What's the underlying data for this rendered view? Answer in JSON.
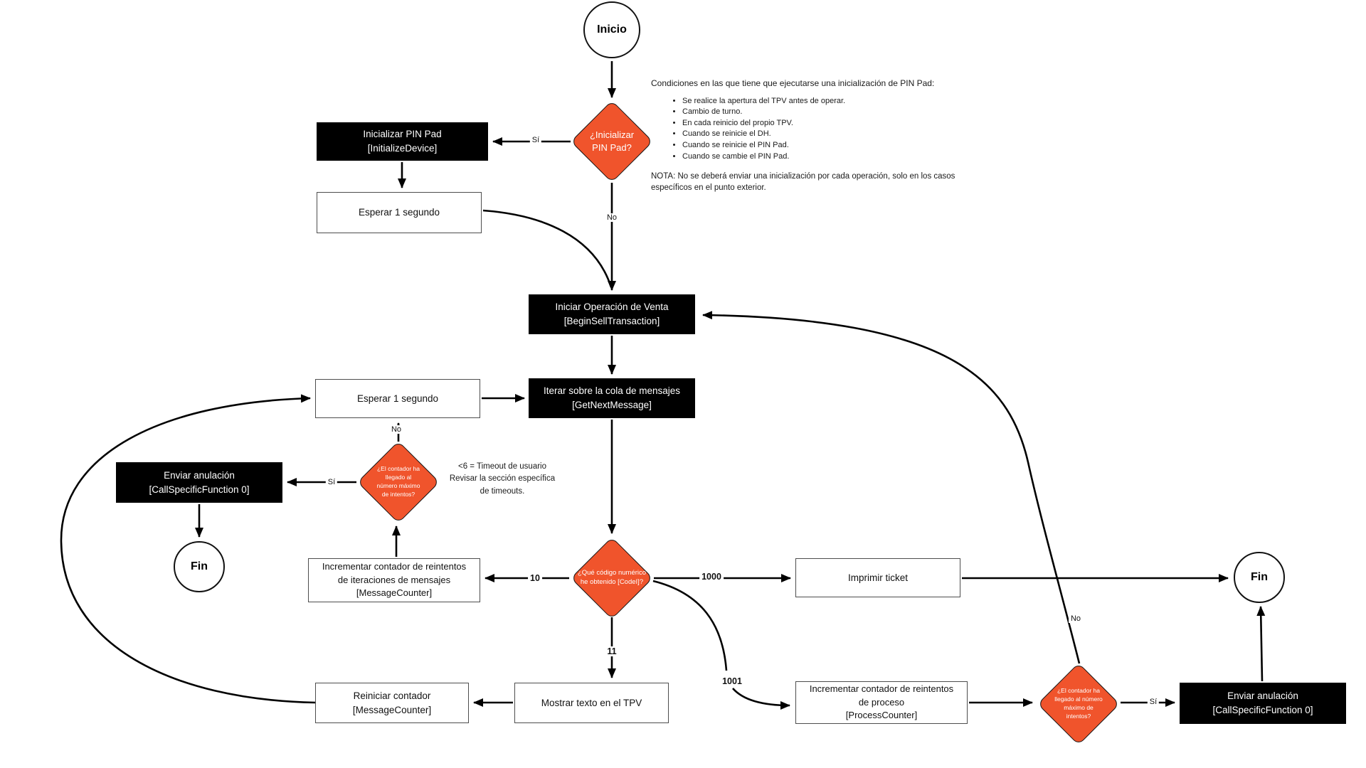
{
  "diagram": {
    "colors": {
      "diamond_fill": "#F0542C",
      "black_box": "#000000",
      "line": "#000000",
      "white_box_border": "#4d4d4d"
    },
    "nodes": {
      "inicio": {
        "label": "Inicio"
      },
      "decision_inicializar": {
        "line1": "¿Inicializar",
        "line2": "PIN Pad?"
      },
      "inicializar_pinpad": {
        "line1": "Inicializar PIN Pad",
        "line2": "[InitializeDevice]"
      },
      "esperar_1": {
        "label": "Esperar 1 segundo"
      },
      "iniciar_operacion": {
        "line1": "Iniciar Operación de Venta",
        "line2": "[BeginSellTransaction]"
      },
      "iterar_cola": {
        "line1": "Iterar sobre la cola de mensajes",
        "line2": "[GetNextMessage]"
      },
      "esperar_2": {
        "label": "Esperar 1 segundo"
      },
      "decision_contador_mensajes": {
        "line1": "¿El contador ha",
        "line2": "llegado al",
        "line3": "número máximo",
        "line4": "de intentos?"
      },
      "enviar_anulacion_izq": {
        "line1": "Enviar anulación",
        "line2": "[CallSpecificFunction 0]"
      },
      "fin_izq": {
        "label": "Fin"
      },
      "incrementar_mensajes": {
        "line1": "Incrementar contador de reintentos",
        "line2": "de iteraciones de mensajes",
        "line3": "[MessageCounter]"
      },
      "decision_codigo": {
        "line1": "¿Qué código numérico",
        "line2": "he obtenido [CodeI]?"
      },
      "imprimir_ticket": {
        "label": "Imprimir ticket"
      },
      "fin_der": {
        "label": "Fin"
      },
      "mostrar_texto": {
        "label": "Mostrar texto en el TPV"
      },
      "reiniciar_contador": {
        "line1": "Reiniciar contador",
        "line2": "[MessageCounter]"
      },
      "incrementar_proceso": {
        "line1": "Incrementar contador de reintentos",
        "line2": "de proceso",
        "line3": "[ProcessCounter]"
      },
      "decision_contador_proceso": {
        "line1": "¿El contador ha",
        "line2": "llegado al número",
        "line3": "máximo de",
        "line4": "intentos?"
      },
      "enviar_anulacion_der": {
        "line1": "Enviar anulación",
        "line2": "[CallSpecificFunction 0]"
      }
    },
    "edge_labels": {
      "si_1": "Sí",
      "no_1": "No",
      "no_2": "No",
      "si_2": "Sí",
      "code_10": "10",
      "code_1000": "1000",
      "code_11": "11",
      "code_1001": "1001",
      "si_3": "Sí",
      "no_3": "No"
    },
    "annotations": {
      "condiciones": {
        "title": "Condiciones en las que tiene que ejecutarse una inicialización de PIN Pad:",
        "bullets": [
          "Se realice la apertura del TPV antes de operar.",
          "Cambio de turno.",
          "En cada reinicio del propio TPV.",
          "Cuando se reinicie el DH.",
          "Cuando se reinicie el PIN Pad.",
          "Cuando se cambie el PIN Pad."
        ],
        "nota": "NOTA: No se deberá enviar una inicialización por cada operación, solo en los casos específicos en el punto exterior."
      },
      "timeout": {
        "line1": "<6 = Timeout de usuario",
        "line2": "Revisar la sección específica",
        "line3": "de  timeouts."
      }
    }
  }
}
